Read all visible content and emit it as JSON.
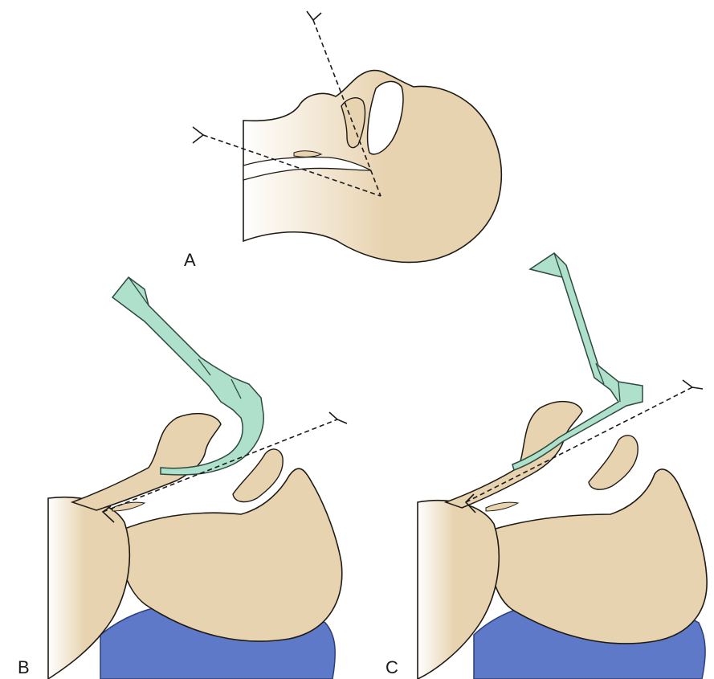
{
  "labels": {
    "a": "A",
    "b": "B",
    "c": "C"
  },
  "colors": {
    "skin": "#e8d3b0",
    "skin_outline": "#1f1a14",
    "airway": "#ffffff",
    "laryngoscope": "#aee0cc",
    "laryngoscope_outline": "#2d4a40",
    "pillow": "#5f79c9",
    "pillow_outline": "#2c3f7a",
    "axis_line": "#1a1a1a"
  }
}
